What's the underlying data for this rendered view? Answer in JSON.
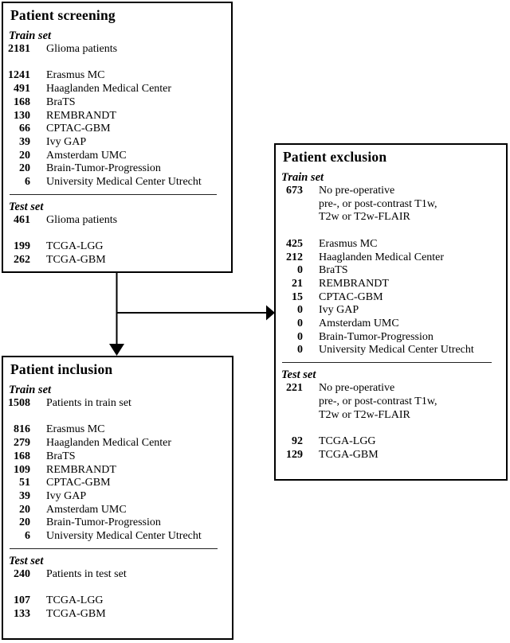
{
  "accent_colors": {
    "line": "#000000",
    "background": "#ffffff",
    "text": "#000000"
  },
  "boxes": [
    {
      "id": "patient-screening",
      "title": "Patient screening",
      "train": {
        "heading": "Train set",
        "summary": {
          "value": "2181",
          "lines": [
            "Glioma patients"
          ]
        },
        "rows": [
          {
            "value": "1241",
            "label": "Erasmus MC"
          },
          {
            "value": "491",
            "label": "Haaglanden Medical Center"
          },
          {
            "value": "168",
            "label": "BraTS"
          },
          {
            "value": "130",
            "label": "REMBRANDT"
          },
          {
            "value": "66",
            "label": "CPTAC-GBM"
          },
          {
            "value": "39",
            "label": "Ivy GAP"
          },
          {
            "value": "20",
            "label": "Amsterdam UMC"
          },
          {
            "value": "20",
            "label": "Brain-Tumor-Progression"
          },
          {
            "value": "6",
            "label": "University Medical Center Utrecht"
          }
        ]
      },
      "test": {
        "heading": "Test set",
        "summary": {
          "value": "461",
          "lines": [
            "Glioma patients"
          ]
        },
        "rows": [
          {
            "value": "199",
            "label": "TCGA-LGG"
          },
          {
            "value": "262",
            "label": "TCGA-GBM"
          }
        ]
      }
    },
    {
      "id": "patient-exclusion",
      "title": "Patient exclusion",
      "train": {
        "heading": "Train set",
        "summary": {
          "value": "673",
          "lines": [
            "No pre-operative",
            "pre-, or post-contrast T1w,",
            "T2w or T2w-FLAIR"
          ]
        },
        "rows": [
          {
            "value": "425",
            "label": "Erasmus MC"
          },
          {
            "value": "212",
            "label": "Haaglanden Medical Center"
          },
          {
            "value": "0",
            "label": "BraTS"
          },
          {
            "value": "21",
            "label": "REMBRANDT"
          },
          {
            "value": "15",
            "label": "CPTAC-GBM"
          },
          {
            "value": "0",
            "label": "Ivy GAP"
          },
          {
            "value": "0",
            "label": "Amsterdam UMC"
          },
          {
            "value": "0",
            "label": "Brain-Tumor-Progression"
          },
          {
            "value": "0",
            "label": "University Medical Center Utrecht"
          }
        ]
      },
      "test": {
        "heading": "Test set",
        "summary": {
          "value": "221",
          "lines": [
            "No pre-operative",
            "pre-, or post-contrast T1w,",
            "T2w or T2w-FLAIR"
          ]
        },
        "rows": [
          {
            "value": "92",
            "label": "TCGA-LGG"
          },
          {
            "value": "129",
            "label": "TCGA-GBM"
          }
        ]
      }
    },
    {
      "id": "patient-inclusion",
      "title": "Patient inclusion",
      "train": {
        "heading": "Train set",
        "summary": {
          "value": "1508",
          "lines": [
            "Patients in train set"
          ]
        },
        "rows": [
          {
            "value": "816",
            "label": "Erasmus MC"
          },
          {
            "value": "279",
            "label": "Haaglanden Medical Center"
          },
          {
            "value": "168",
            "label": "BraTS"
          },
          {
            "value": "109",
            "label": "REMBRANDT"
          },
          {
            "value": "51",
            "label": "CPTAC-GBM"
          },
          {
            "value": "39",
            "label": "Ivy GAP"
          },
          {
            "value": "20",
            "label": "Amsterdam UMC"
          },
          {
            "value": "20",
            "label": "Brain-Tumor-Progression"
          },
          {
            "value": "6",
            "label": "University Medical Center Utrecht"
          }
        ]
      },
      "test": {
        "heading": "Test set",
        "summary": {
          "value": "240",
          "lines": [
            "Patients in test set"
          ]
        },
        "rows": [
          {
            "value": "107",
            "label": "TCGA-LGG"
          },
          {
            "value": "133",
            "label": "TCGA-GBM"
          }
        ]
      }
    }
  ]
}
